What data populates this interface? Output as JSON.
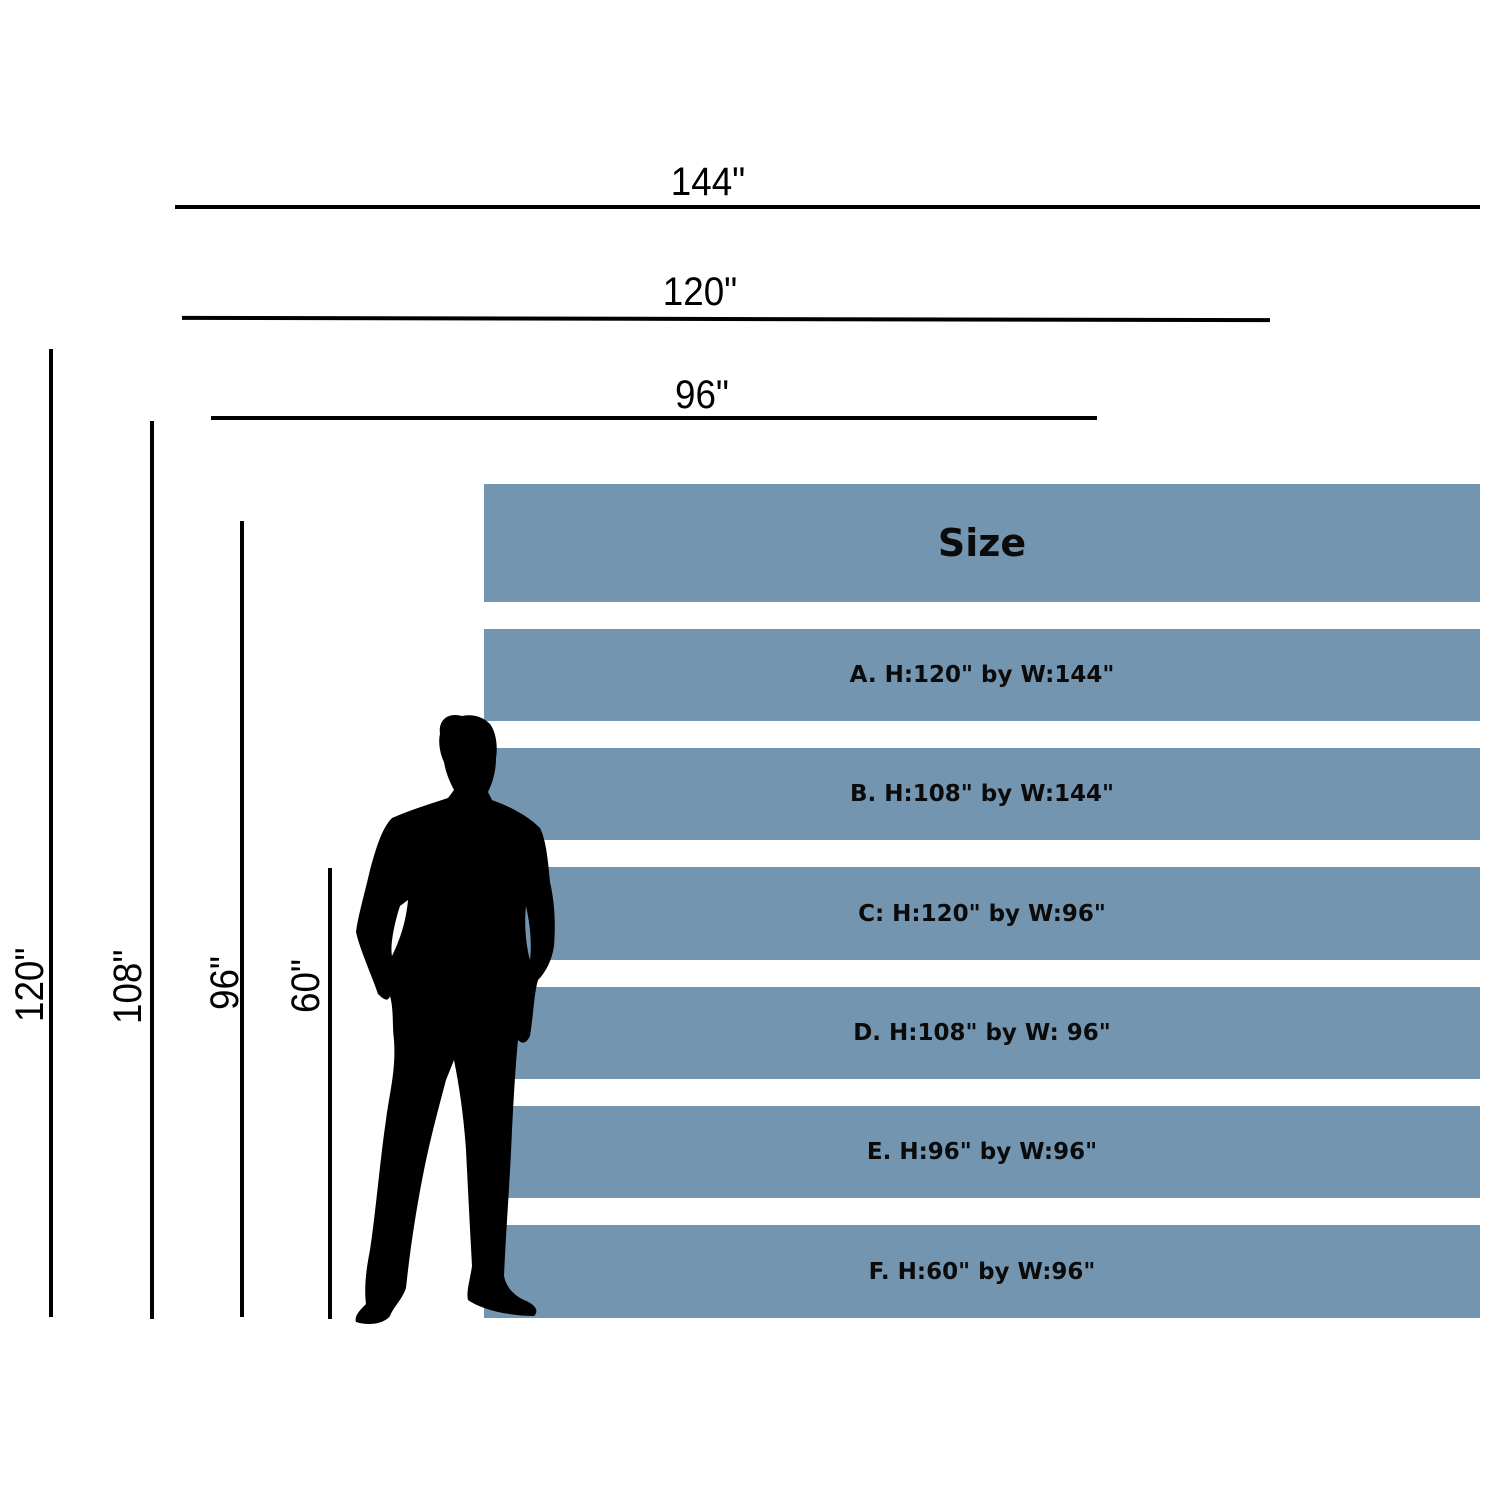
{
  "width_dimensions": [
    {
      "label": "144\"",
      "value_in": 144
    },
    {
      "label": "120\"",
      "value_in": 120
    },
    {
      "label": "96\"",
      "value_in": 96
    }
  ],
  "height_dimensions": [
    {
      "label": "120\"",
      "value_in": 120
    },
    {
      "label": "108\"",
      "value_in": 108
    },
    {
      "label": "96\"",
      "value_in": 96
    },
    {
      "label": "60\"",
      "value_in": 60
    }
  ],
  "size_table": {
    "title": "Size",
    "rows": [
      {
        "label": "A. H:120\" by W:144\"",
        "height_in": 120,
        "width_in": 144
      },
      {
        "label": "B. H:108\" by W:144\"",
        "height_in": 108,
        "width_in": 144
      },
      {
        "label": "C: H:120\" by W:96\"",
        "height_in": 120,
        "width_in": 96
      },
      {
        "label": "D. H:108\" by W: 96\"",
        "height_in": 108,
        "width_in": 96
      },
      {
        "label": "E. H:96\" by W:96\"",
        "height_in": 96,
        "width_in": 96
      },
      {
        "label": "F. H:60\" by W:96\"",
        "height_in": 60,
        "width_in": 96
      }
    ]
  },
  "figure": {
    "icon": "person-silhouette-icon"
  },
  "colors": {
    "band": "#7395b0",
    "line": "#000000",
    "text": "#0b0b0b"
  }
}
